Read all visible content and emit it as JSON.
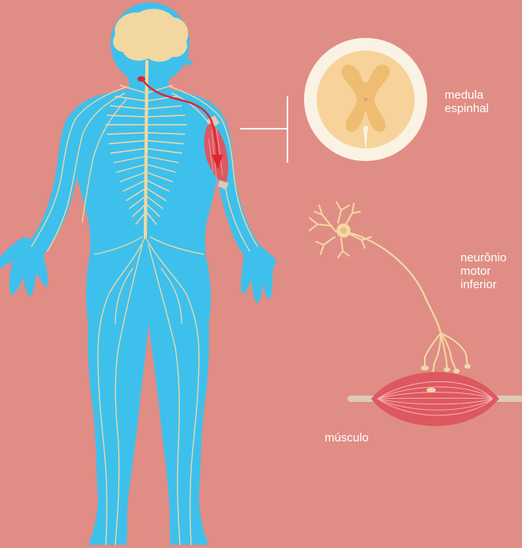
{
  "colors": {
    "background": "#e08d85",
    "body": "#3ec0ec",
    "nerve": "#f2d9a2",
    "brain": "#f3d7a0",
    "motor_pathway": "#e0232f",
    "muscle": "#dd5860",
    "muscle_striation": "#f6b0b3",
    "tendon": "#ddcab6",
    "spinal_cord_ring": "#faf3e4",
    "white_matter": "#f7d39b",
    "gray_matter": "#eebd72",
    "label_text": "#ffffff"
  },
  "labels": {
    "spinal_cord": [
      "medula",
      "espinhal"
    ],
    "neuron": [
      "neurônio",
      "motor",
      "inferior"
    ],
    "muscle": "músculo"
  },
  "icons": [
    "human-body-icon",
    "brain-icon",
    "spinal-cord-cross-section-icon",
    "neuron-icon",
    "muscle-icon"
  ]
}
